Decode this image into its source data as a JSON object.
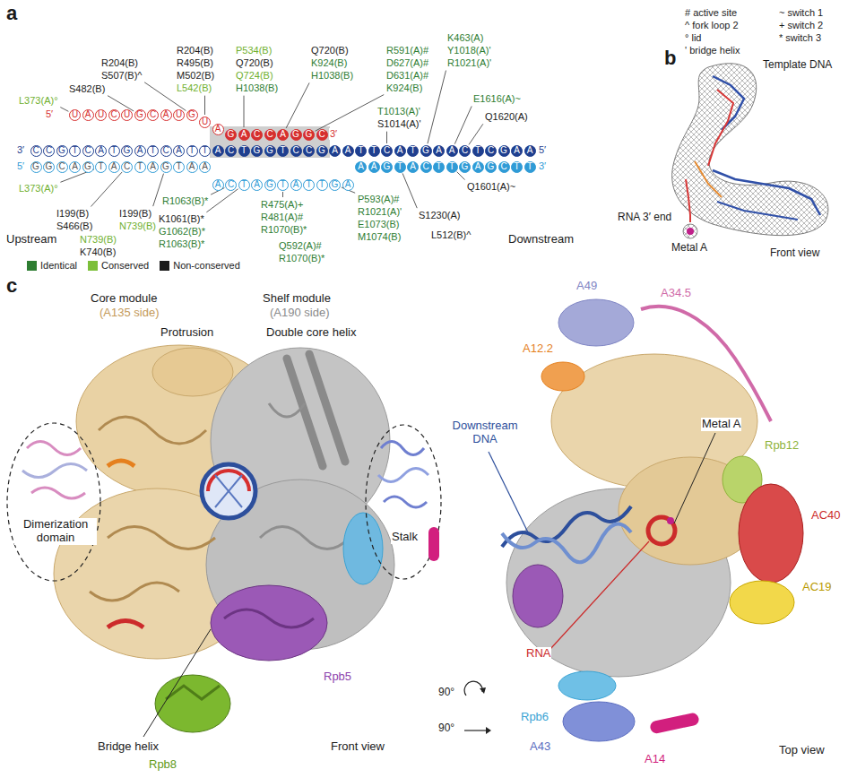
{
  "diagram": {
    "nodes": [
      {
        "text": [
          "U"
        ]
      },
      {
        "text": [
          "A"
        ]
      },
      {
        "text": [
          "U"
        ]
      },
      {
        "text": [
          "C"
        ]
      },
      {
        "text": [
          "U"
        ]
      },
      {
        "text": [
          "G"
        ]
      },
      {
        "text": [
          "C"
        ]
      },
      {
        "text": [
          "A"
        ]
      },
      {
        "text": [
          "U"
        ]
      },
      {
        "text": [
          "G"
        ]
      },
      {
        "text": [
          "U"
        ]
      },
      {
        "text": [
          "A"
        ]
      },
      {
        "text": [
          "G"
        ]
      },
      {
        "text": [
          "A"
        ]
      },
      {
        "text": [
          "C"
        ]
      },
      {
        "text": [
          "C"
        ]
      },
      {
        "text": [
          "A"
        ]
      },
      {
        "text": [
          "G"
        ]
      },
      {
        "text": [
          "G"
        ]
      },
      {
        "text": [
          "C"
        ]
      },
      {
        "text": [
          "C"
        ]
      },
      {
        "text": [
          "C"
        ]
      },
      {
        "text": [
          "G"
        ]
      },
      {
        "text": [
          "T"
        ]
      },
      {
        "text": [
          "C"
        ]
      },
      {
        "text": [
          "A"
        ]
      },
      {
        "text": [
          "T"
        ]
      },
      {
        "text": [
          "G"
        ]
      },
      {
        "text": [
          "A"
        ]
      },
      {
        "text": [
          "T"
        ]
      },
      {
        "text": [
          "C"
        ]
      },
      {
        "text": [
          "A"
        ]
      },
      {
        "text": [
          "T"
        ]
      },
      {
        "text": [
          "T"
        ]
      },
      {
        "text": [
          "A"
        ]
      },
      {
        "text": [
          "C"
        ]
      },
      {
        "text": [
          "T"
        ]
      },
      {
        "text": [
          "G"
        ]
      },
      {
        "text": [
          "G"
        ]
      },
      {
        "text": [
          "T"
        ]
      },
      {
        "text": [
          "C"
        ]
      },
      {
        "text": [
          "C"
        ]
      },
      {
        "text": [
          "G"
        ]
      },
      {
        "text": [
          "A"
        ]
      },
      {
        "text": [
          "A"
        ]
      },
      {
        "text": [
          "T"
        ]
      },
      {
        "text": [
          "T"
        ]
      },
      {
        "text": [
          "C"
        ]
      },
      {
        "text": [
          "A"
        ]
      },
      {
        "text": [
          "T"
        ]
      },
      {
        "text": [
          "G"
        ]
      },
      {
        "text": [
          "A"
        ]
      },
      {
        "text": [
          "A"
        ]
      },
      {
        "text": [
          "C"
        ]
      },
      {
        "text": [
          "T"
        ]
      },
      {
        "text": [
          "C"
        ]
      },
      {
        "text": [
          "G"
        ]
      },
      {
        "text": [
          "A"
        ]
      },
      {
        "text": [
          "A"
        ]
      },
      {
        "text": [
          "G"
        ]
      },
      {
        "text": [
          "G"
        ]
      },
      {
        "text": [
          "C"
        ]
      },
      {
        "text": [
          "A"
        ]
      },
      {
        "text": [
          "G"
        ]
      },
      {
        "text": [
          "T"
        ]
      },
      {
        "text": [
          "A"
        ]
      },
      {
        "text": [
          "C"
        ]
      },
      {
        "text": [
          "T"
        ]
      },
      {
        "text": [
          "A"
        ]
      },
      {
        "text": [
          "G"
        ]
      },
      {
        "text": [
          "T"
        ]
      },
      {
        "text": [
          "A"
        ]
      },
      {
        "text": [
          "A"
        ]
      },
      {
        "text": [
          "A"
        ]
      },
      {
        "text": [
          "C"
        ]
      },
      {
        "text": [
          "T"
        ]
      },
      {
        "text": [
          "A"
        ]
      },
      {
        "text": [
          "G"
        ]
      },
      {
        "text": [
          "T"
        ]
      },
      {
        "text": [
          "A"
        ]
      },
      {
        "text": [
          "T"
        ]
      },
      {
        "text": [
          "T"
        ]
      },
      {
        "text": [
          "G"
        ]
      },
      {
        "text": [
          "A"
        ]
      },
      {
        "text": [
          "A"
        ]
      },
      {
        "text": [
          "A"
        ]
      },
      {
        "text": [
          "G"
        ]
      },
      {
        "text": [
          "T"
        ]
      },
      {
        "text": [
          "A"
        ]
      },
      {
        "text": [
          "C"
        ]
      },
      {
        "text": [
          "T"
        ]
      },
      {
        "text": [
          "T"
        ]
      },
      {
        "text": [
          "G"
        ]
      },
      {
        "text": [
          "A"
        ]
      },
      {
        "text": [
          "G"
        ]
      },
      {
        "text": [
          "C"
        ]
      },
      {
        "text": [
          "T"
        ]
      },
      {
        "text": [
          "T"
        ]
      }
    ],
    "labels": [
      "a",
      "# active site",
      "^ fork loop 2",
      "° lid",
      "' bridge helix",
      "~ switch 1",
      "+ switch 2",
      "* switch 3",
      "K463(A)",
      "Y1018(A)'",
      "R1021(A)'",
      "R204(B)",
      "P534(B)",
      "Q720(B)",
      "R591(A)#",
      "R204(B)",
      "R495(B)",
      "Q720(B)",
      "K924(B)",
      "D627(A)#",
      "S507(B)^",
      "M502(B)",
      "Q724(B)",
      "H1038(B)",
      "D631(A)#",
      "S482(B)",
      "L542(B)",
      "H1038(B)",
      "K924(B)",
      "L373(A)°",
      "T1013(A)'",
      "E1616(A)~",
      "S1014(A)'",
      "Q1620(A)",
      "5′",
      "3′",
      "3′",
      "5′",
      "5′",
      "3′",
      "L373(A)°",
      "R1063(B)*",
      "P593(A)#",
      "Q1601(A)~",
      "R475(A)+",
      "R1021(A)'",
      "I199(B)",
      "I199(B)",
      "S1230(A)",
      "K1061(B)*",
      "R481(A)#",
      "E1073(B)",
      "S466(B)",
      "N739(B)",
      "G1062(B)*",
      "R1070(B)*",
      "L512(B)^",
      "M1074(B)",
      "Upstream",
      "Downstream",
      "N739(B)",
      "R1063(B)*",
      "Q592(A)#",
      "K740(B)",
      "R1070(B)*",
      "b",
      "Template DNA",
      "RNA 3′ end",
      "Metal A",
      "Front view",
      "c",
      "Core module",
      "(A135 side)",
      "Protrusion",
      "Shelf module",
      "(A190 side)",
      "Double core helix",
      "Dimerization domain",
      "Stalk",
      "Bridge helix",
      "Rpb5",
      "Rpb8",
      "Front view",
      "A49",
      "A34.5",
      "A12.2",
      "Downstream DNA",
      "Metal A",
      "Rpb12",
      "AC40",
      "AC19",
      "RNA",
      "90°",
      "90°",
      "Rpb6",
      "A43",
      "A14",
      "Top view"
    ],
    "legend": [
      {
        "text": "Identical",
        "color": "#2e7d32"
      },
      {
        "text": "Conserved",
        "color": "#7cbf3a"
      },
      {
        "text": "Non-conserved",
        "color": "#1a1a1a"
      }
    ]
  }
}
